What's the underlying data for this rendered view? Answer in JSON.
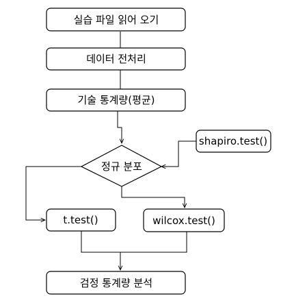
{
  "flow": {
    "step_read_file": "실습 파일 읽어 오기",
    "step_preprocess": "데이터 전처리",
    "step_descriptive": "기술 통계량(평균)",
    "decision_normal": "정규 분포",
    "side_shapiro": "shapiro.test()",
    "branch_ttest": "t.test()",
    "branch_wilcox": "wilcox.test()",
    "step_test_stat": "검정 통계량 분석"
  },
  "colors": {
    "stroke": "#000000",
    "fill": "#ffffff",
    "text": "#000000"
  }
}
